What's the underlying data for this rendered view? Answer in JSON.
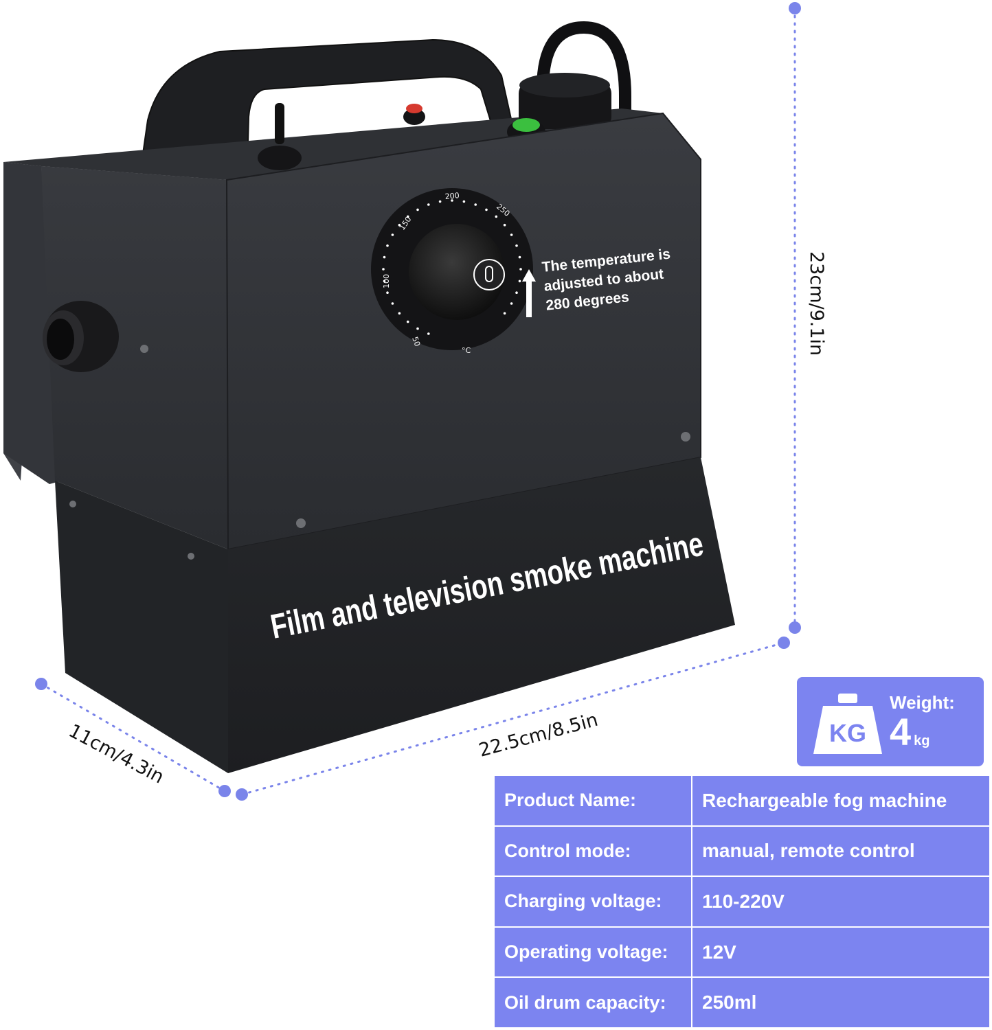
{
  "machine": {
    "body_text": "Film and television smoke machine",
    "annotation": [
      "The temperature is",
      "adjusted to about",
      "280 degrees"
    ],
    "dial_marks": [
      "50",
      "100",
      "150",
      "200",
      "250",
      "°C"
    ]
  },
  "dimensions": {
    "height": "23cm/9.1in",
    "width": "22.5cm/8.5in",
    "depth": "11cm/4.3in"
  },
  "weight": {
    "icon": "weight-kg-icon",
    "icon_text": "KG",
    "title": "Weight:",
    "value": "4",
    "unit": "kg"
  },
  "specs": [
    {
      "label": "Product Name:",
      "value": "Rechargeable fog machine"
    },
    {
      "label": "Control mode:",
      "value": "manual, remote control"
    },
    {
      "label": "Charging voltage:",
      "value": "110-220V"
    },
    {
      "label": "Operating voltage:",
      "value": "12V"
    },
    {
      "label": "Oil drum capacity:",
      "value": "250ml"
    }
  ],
  "colors": {
    "accent": "#7c84f0",
    "dotted_line": "#7a84ea",
    "machine_body": "#2b2d31",
    "machine_dark": "#1c1d20"
  }
}
